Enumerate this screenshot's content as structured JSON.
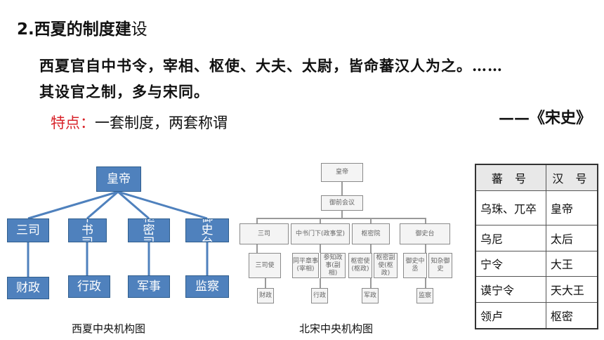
{
  "slide": {
    "title_bold": "2.西夏的制度建",
    "title_light": "设",
    "quote_line1": "西夏官自中书令，宰相、枢使、大夫、太尉，皆命蕃汉人为之。……",
    "quote_line2": "其设官之制，多与宋同。",
    "source": "——《宋史》",
    "feature_label": "特点：",
    "feature_text": "一套制度，两套称谓"
  },
  "xixia_chart": {
    "root": "皇帝",
    "level2": [
      "三司",
      "中书司",
      "枢密司",
      "御史台"
    ],
    "level3": [
      "财政",
      "行政",
      "军事",
      "监察"
    ],
    "caption": "西夏中央机构图"
  },
  "song_chart": {
    "top": "皇帝",
    "second": "御前会议",
    "level3": [
      "三司",
      "中书门下(政事堂)",
      "枢密院",
      "御史台"
    ],
    "level4": [
      "三司使",
      "同平章事(宰相)",
      "参知政事(副相)",
      "枢密使(枢政)",
      "枢密副使(枢政)",
      "御史中丞",
      "知杂御史"
    ],
    "level5": [
      "财政",
      "行政",
      "军政",
      "监察"
    ],
    "caption": "北宋中央机构图"
  },
  "titles_table": {
    "headers": [
      "蕃 号",
      "汉 号"
    ],
    "rows": [
      [
        "乌珠、兀卒",
        "皇帝"
      ],
      [
        "乌尼",
        "太后"
      ],
      [
        "宁令",
        "大王"
      ],
      [
        "谟宁令",
        "天大王"
      ],
      [
        "领卢",
        "枢密"
      ]
    ]
  }
}
